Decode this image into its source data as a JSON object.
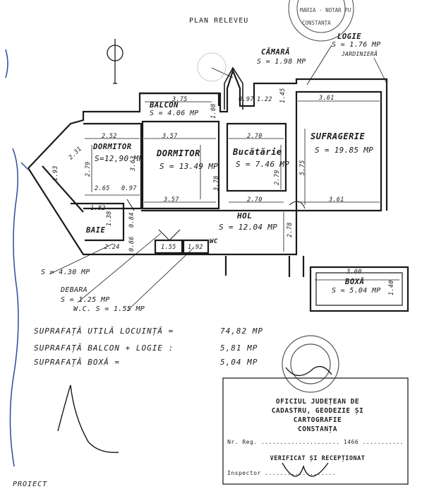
{
  "title": "PLAN RELEVEU",
  "footer_left": "PROIECT",
  "rooms": {
    "dormitor_small": {
      "name": "DORMITOR",
      "area": "S=12,90 MP"
    },
    "dormitor": {
      "name": "DORMITOR",
      "area": "S = 13.49 MP"
    },
    "bucatarie": {
      "name": "Bucătărie",
      "area": "S = 7.46 MP"
    },
    "sufragerie": {
      "name": "SUFRAGERIE",
      "area": "S = 19.85 MP"
    },
    "balcon": {
      "name": "BALCON",
      "area": "S = 4.06 MP"
    },
    "camara": {
      "name": "CĂMARĂ",
      "area": "S = 1.98 MP"
    },
    "logie": {
      "name": "LOGIE",
      "area": "S = 1.76 MP"
    },
    "jardiniera": "JARDINIERĂ",
    "hol": {
      "name": "HOL",
      "area": "S = 12.04 MP"
    },
    "baie": {
      "name": "BAIE"
    },
    "wc": {
      "name": "WC"
    },
    "boxa": {
      "name": "BOXĂ",
      "area": "S = 5.04 MP"
    }
  },
  "callouts": {
    "baie_area": "S = 4.30 MP",
    "debara_name": "DEBARA",
    "debara_area": "S = 1.25 MP",
    "wc_area": "W.C.  S = 1.55 MP"
  },
  "dims": {
    "d375": "3.75",
    "d108": "1.08",
    "d097": "0.97",
    "d122": "1.22",
    "d145": "1.45",
    "d361_top": "3.61",
    "d252": "2.52",
    "d357_top": "3.57",
    "d270_top": "2.70",
    "d231": "2.31",
    "d193": "1.93",
    "d279_a": "2.79",
    "d363": "3.63",
    "d378": "3.78",
    "d279_b": "2.79",
    "d575": "5.75",
    "d265": "2.65",
    "d097_b": "0.97",
    "d357_bot": "3.57",
    "d270_bot": "2.70",
    "d361_bot": "3.61",
    "d182": "1.82",
    "d138": "1.38",
    "d084": "0.84",
    "d278": "2.78",
    "d086": "0.86",
    "d224": "2.24",
    "d155": "1.55",
    "d192": "1.92",
    "d360": "3.60",
    "d140": "1.40"
  },
  "summary": [
    {
      "label": "SUPRAFAȚĂ  UTILĂ  LOCUINȚĂ  =",
      "value": "74,82 MP"
    },
    {
      "label": "SUPRAFAȚĂ  BALCON + LOGIE :",
      "value": "5,81 MP"
    },
    {
      "label": "SUPRAFAȚĂ  BOXĂ               =",
      "value": "5,04 MP"
    }
  ],
  "stamp_top": {
    "line1": "MARIA - NOTAR PU",
    "line2": "CONSTANȚA"
  },
  "office_stamp": {
    "line1": "OFICIUL JUDEȚEAN DE",
    "line2": "CADASTRU, GEODEZIE ȘI",
    "line3": "CARTOGRAFIE",
    "line4": "CONSTANȚA",
    "line5": "Nr. Reg. ..................... 1466 ...........",
    "line6": "VERIFICAT ȘI RECEPȚIONAT",
    "line7": "Inspector ..................."
  },
  "colors": {
    "ink": "#1a1a1a",
    "stamp": "#555555",
    "pen": "#2b4a9a"
  }
}
